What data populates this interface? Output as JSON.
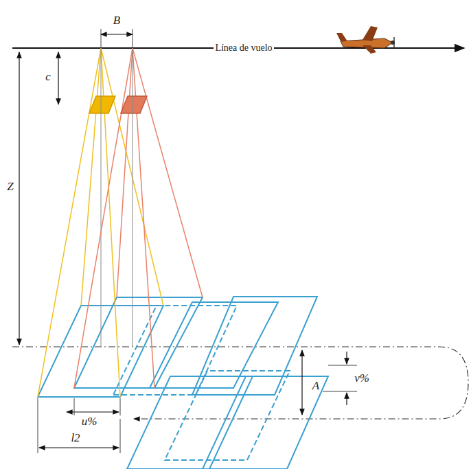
{
  "diagram": {
    "labels": [
      "B",
      "Línea de vuelo",
      "c",
      "Z",
      "u%",
      "l2",
      "A",
      "v%"
    ]
  }
}
